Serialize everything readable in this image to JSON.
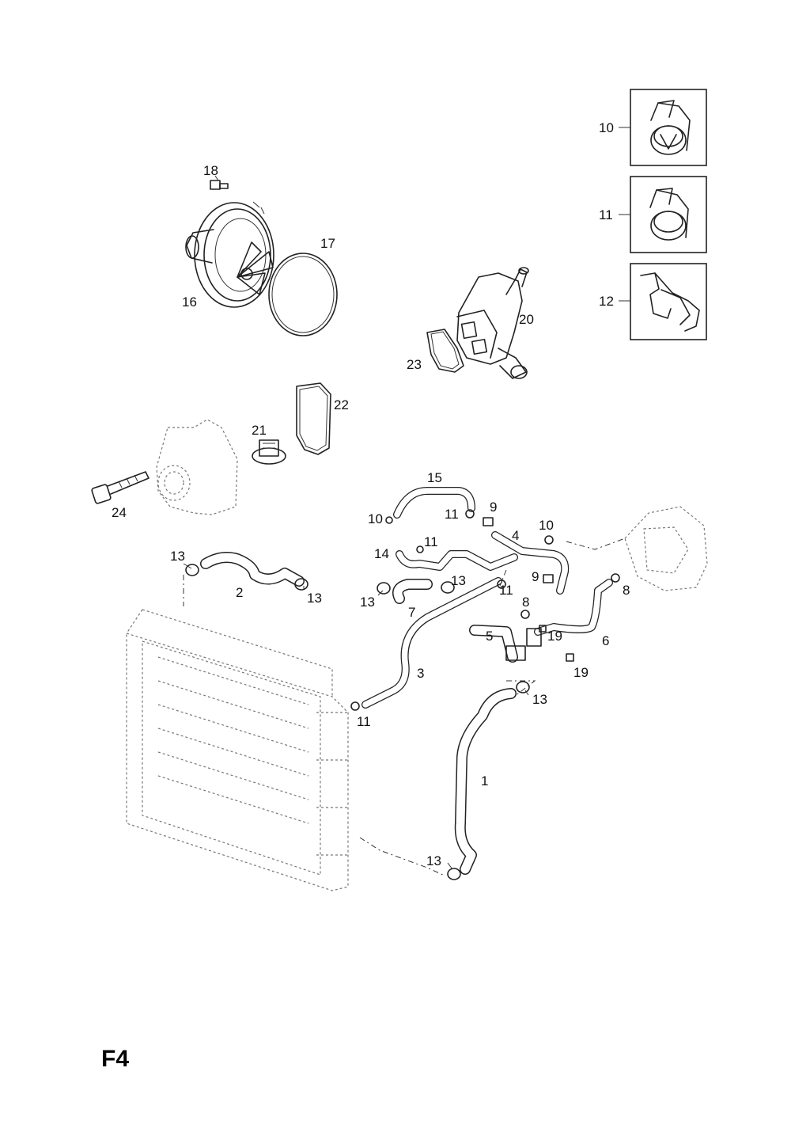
{
  "page_code": "F4",
  "callouts": {
    "c1": "1",
    "c2": "2",
    "c3": "3",
    "c4": "4",
    "c5": "5",
    "c6": "6",
    "c7": "7",
    "c8a": "8",
    "c8b": "8",
    "c9a": "9",
    "c9b": "9",
    "c10a": "10",
    "c10b": "10",
    "c10c": "10",
    "c11a": "11",
    "c11b": "11",
    "c11c": "11",
    "c11d": "11",
    "c11e": "11",
    "c12": "12",
    "c13a": "13",
    "c13b": "13",
    "c13c": "13",
    "c13d": "13",
    "c13e": "13",
    "c13f": "13",
    "c14": "14",
    "c15": "15",
    "c16": "16",
    "c17": "17",
    "c18": "18",
    "c19a": "19",
    "c19b": "19",
    "c20": "20",
    "c21": "21",
    "c22": "22",
    "c23": "23",
    "c24": "24"
  }
}
